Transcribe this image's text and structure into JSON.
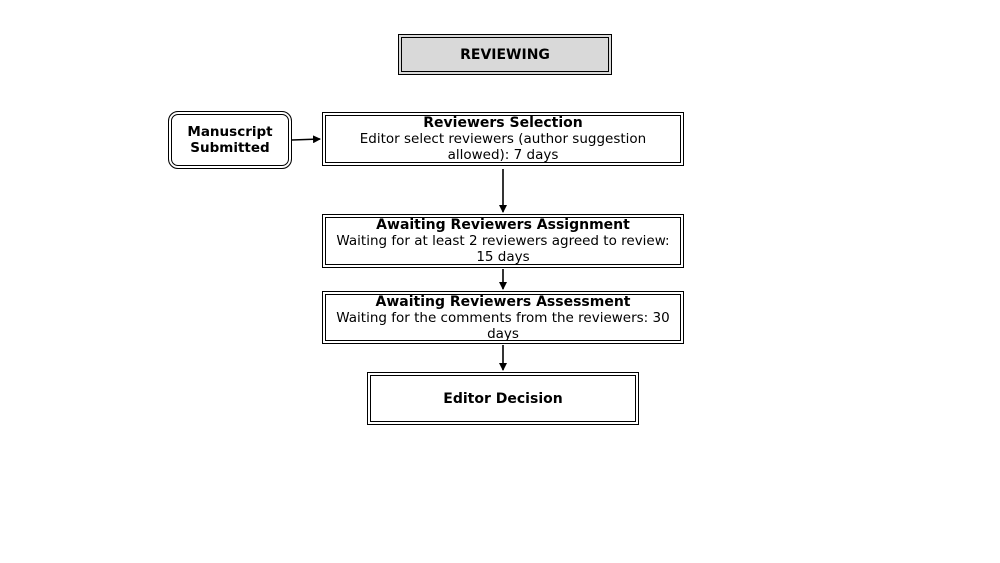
{
  "diagram": {
    "title": "REVIEWING",
    "start": {
      "line1": "Manuscript",
      "line2": "Submitted"
    },
    "steps": [
      {
        "heading": "Reviewers Selection",
        "description": "Editor select reviewers (author suggestion allowed): 7 days"
      },
      {
        "heading": "Awaiting Reviewers Assignment",
        "description": "Waiting for at least 2 reviewers agreed to review: 15 days"
      },
      {
        "heading": "Awaiting Reviewers Assessment",
        "description": "Waiting for the comments from the reviewers: 30 days"
      }
    ],
    "end": "Editor Decision"
  }
}
